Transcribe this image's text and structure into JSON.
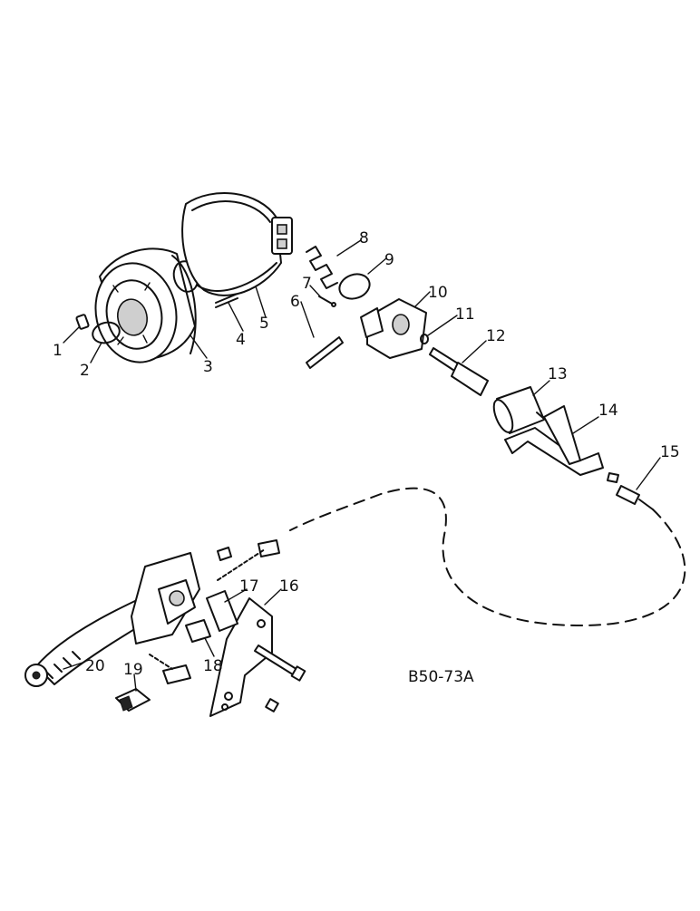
{
  "diagram": {
    "drawing_code": "B50-73A",
    "callouts": [
      "1",
      "2",
      "3",
      "4",
      "5",
      "6",
      "7",
      "8",
      "9",
      "10",
      "11",
      "12",
      "13",
      "14",
      "15",
      "16",
      "17",
      "18",
      "19",
      "20"
    ]
  }
}
